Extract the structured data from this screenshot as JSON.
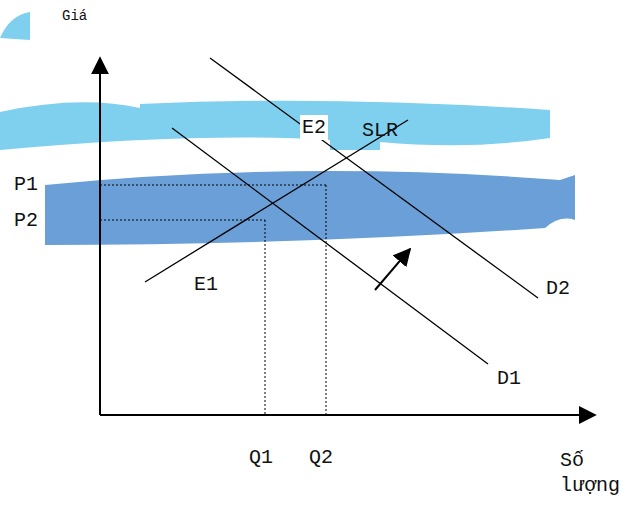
{
  "diagram": {
    "labels": [
      "Giá",
      "E2",
      "SLR",
      "P1",
      "P2",
      "E1",
      "D2",
      "D1",
      "Q1",
      "Q2",
      "Số lượng"
    ]
  }
}
